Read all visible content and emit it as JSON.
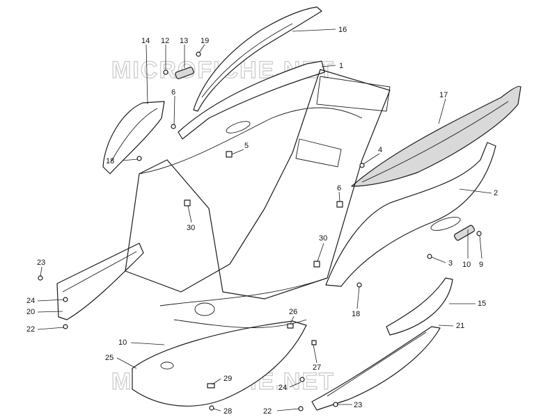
{
  "watermark": {
    "text_top": "MICROFICHE.NET",
    "text_bottom": "MICROFICHE.NET",
    "color": "#cfcfcf"
  },
  "callouts": [
    {
      "id": "c16",
      "label": "16"
    },
    {
      "id": "c1",
      "label": "1"
    },
    {
      "id": "c14",
      "label": "14"
    },
    {
      "id": "c12",
      "label": "12"
    },
    {
      "id": "c13",
      "label": "13"
    },
    {
      "id": "c19",
      "label": "19"
    },
    {
      "id": "c6a",
      "label": "6"
    },
    {
      "id": "c17",
      "label": "17"
    },
    {
      "id": "c5",
      "label": "5"
    },
    {
      "id": "c4",
      "label": "4"
    },
    {
      "id": "c18a",
      "label": "18"
    },
    {
      "id": "c6b",
      "label": "6"
    },
    {
      "id": "c2",
      "label": "2"
    },
    {
      "id": "c30a",
      "label": "30"
    },
    {
      "id": "c30b",
      "label": "30"
    },
    {
      "id": "c10a",
      "label": "10"
    },
    {
      "id": "c9",
      "label": "9"
    },
    {
      "id": "c3",
      "label": "3"
    },
    {
      "id": "c23a",
      "label": "23"
    },
    {
      "id": "c24a",
      "label": "24"
    },
    {
      "id": "c20",
      "label": "20"
    },
    {
      "id": "c22a",
      "label": "22"
    },
    {
      "id": "c18b",
      "label": "18"
    },
    {
      "id": "c15",
      "label": "15"
    },
    {
      "id": "c26",
      "label": "26"
    },
    {
      "id": "c21",
      "label": "21"
    },
    {
      "id": "c10b",
      "label": "10"
    },
    {
      "id": "c25",
      "label": "25"
    },
    {
      "id": "c27",
      "label": "27"
    },
    {
      "id": "c29",
      "label": "29"
    },
    {
      "id": "c24b",
      "label": "24"
    },
    {
      "id": "c23b",
      "label": "23"
    },
    {
      "id": "c22b",
      "label": "22"
    },
    {
      "id": "c28",
      "label": "28"
    }
  ]
}
